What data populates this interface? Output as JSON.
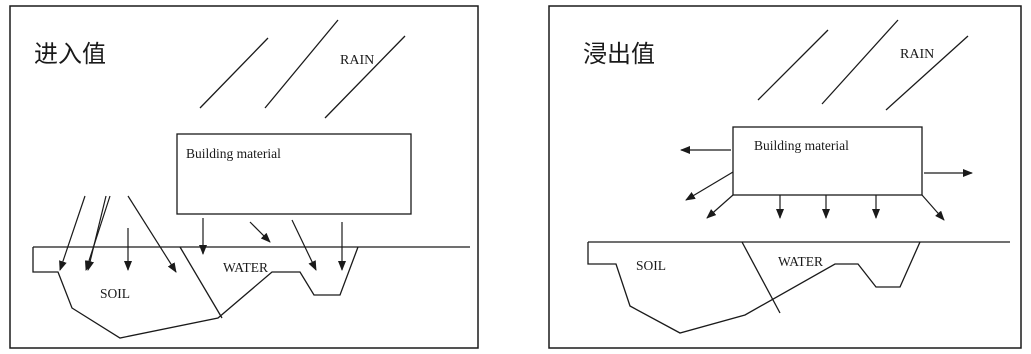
{
  "panels": [
    {
      "title": "进入值",
      "rain_label": "RAIN",
      "material_label": "Building material",
      "soil_label": "SOIL",
      "water_label": "WATER"
    },
    {
      "title": "浸出值",
      "rain_label": "RAIN",
      "material_label": "Building material",
      "soil_label": "SOIL",
      "water_label": "WATER"
    }
  ],
  "colors": {
    "ink": "#1a1a1a",
    "background": "#ffffff"
  }
}
